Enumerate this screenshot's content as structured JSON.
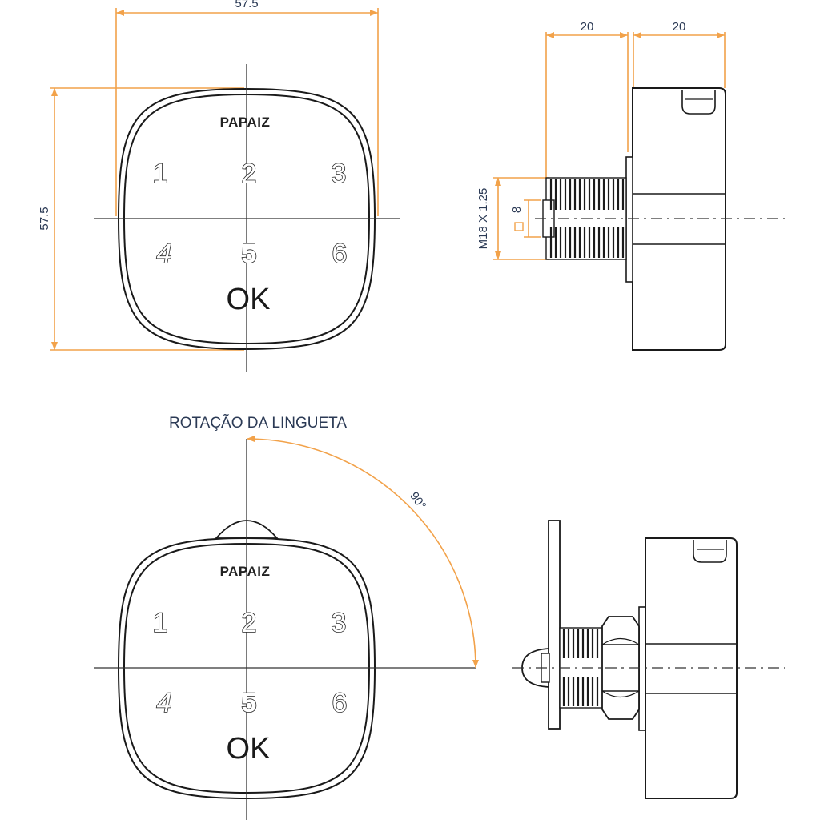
{
  "dimensions": {
    "front_width": "57.5",
    "front_height": "57.5",
    "side_depth_left": "20",
    "side_depth_right": "20",
    "thread_spec": "M18 X 1.25",
    "square_size": "8",
    "rotation_angle": "90°"
  },
  "brand": "PAPAIZ",
  "keypad": {
    "keys": [
      "1",
      "2",
      "3",
      "4",
      "5",
      "6"
    ],
    "ok_label": "OK"
  },
  "caption": "ROTAÇÃO DA LINGUETA",
  "colors": {
    "dimension_line": "#f2a24a",
    "dimension_text": "#2b3a55",
    "outline": "#1a1a1a"
  }
}
